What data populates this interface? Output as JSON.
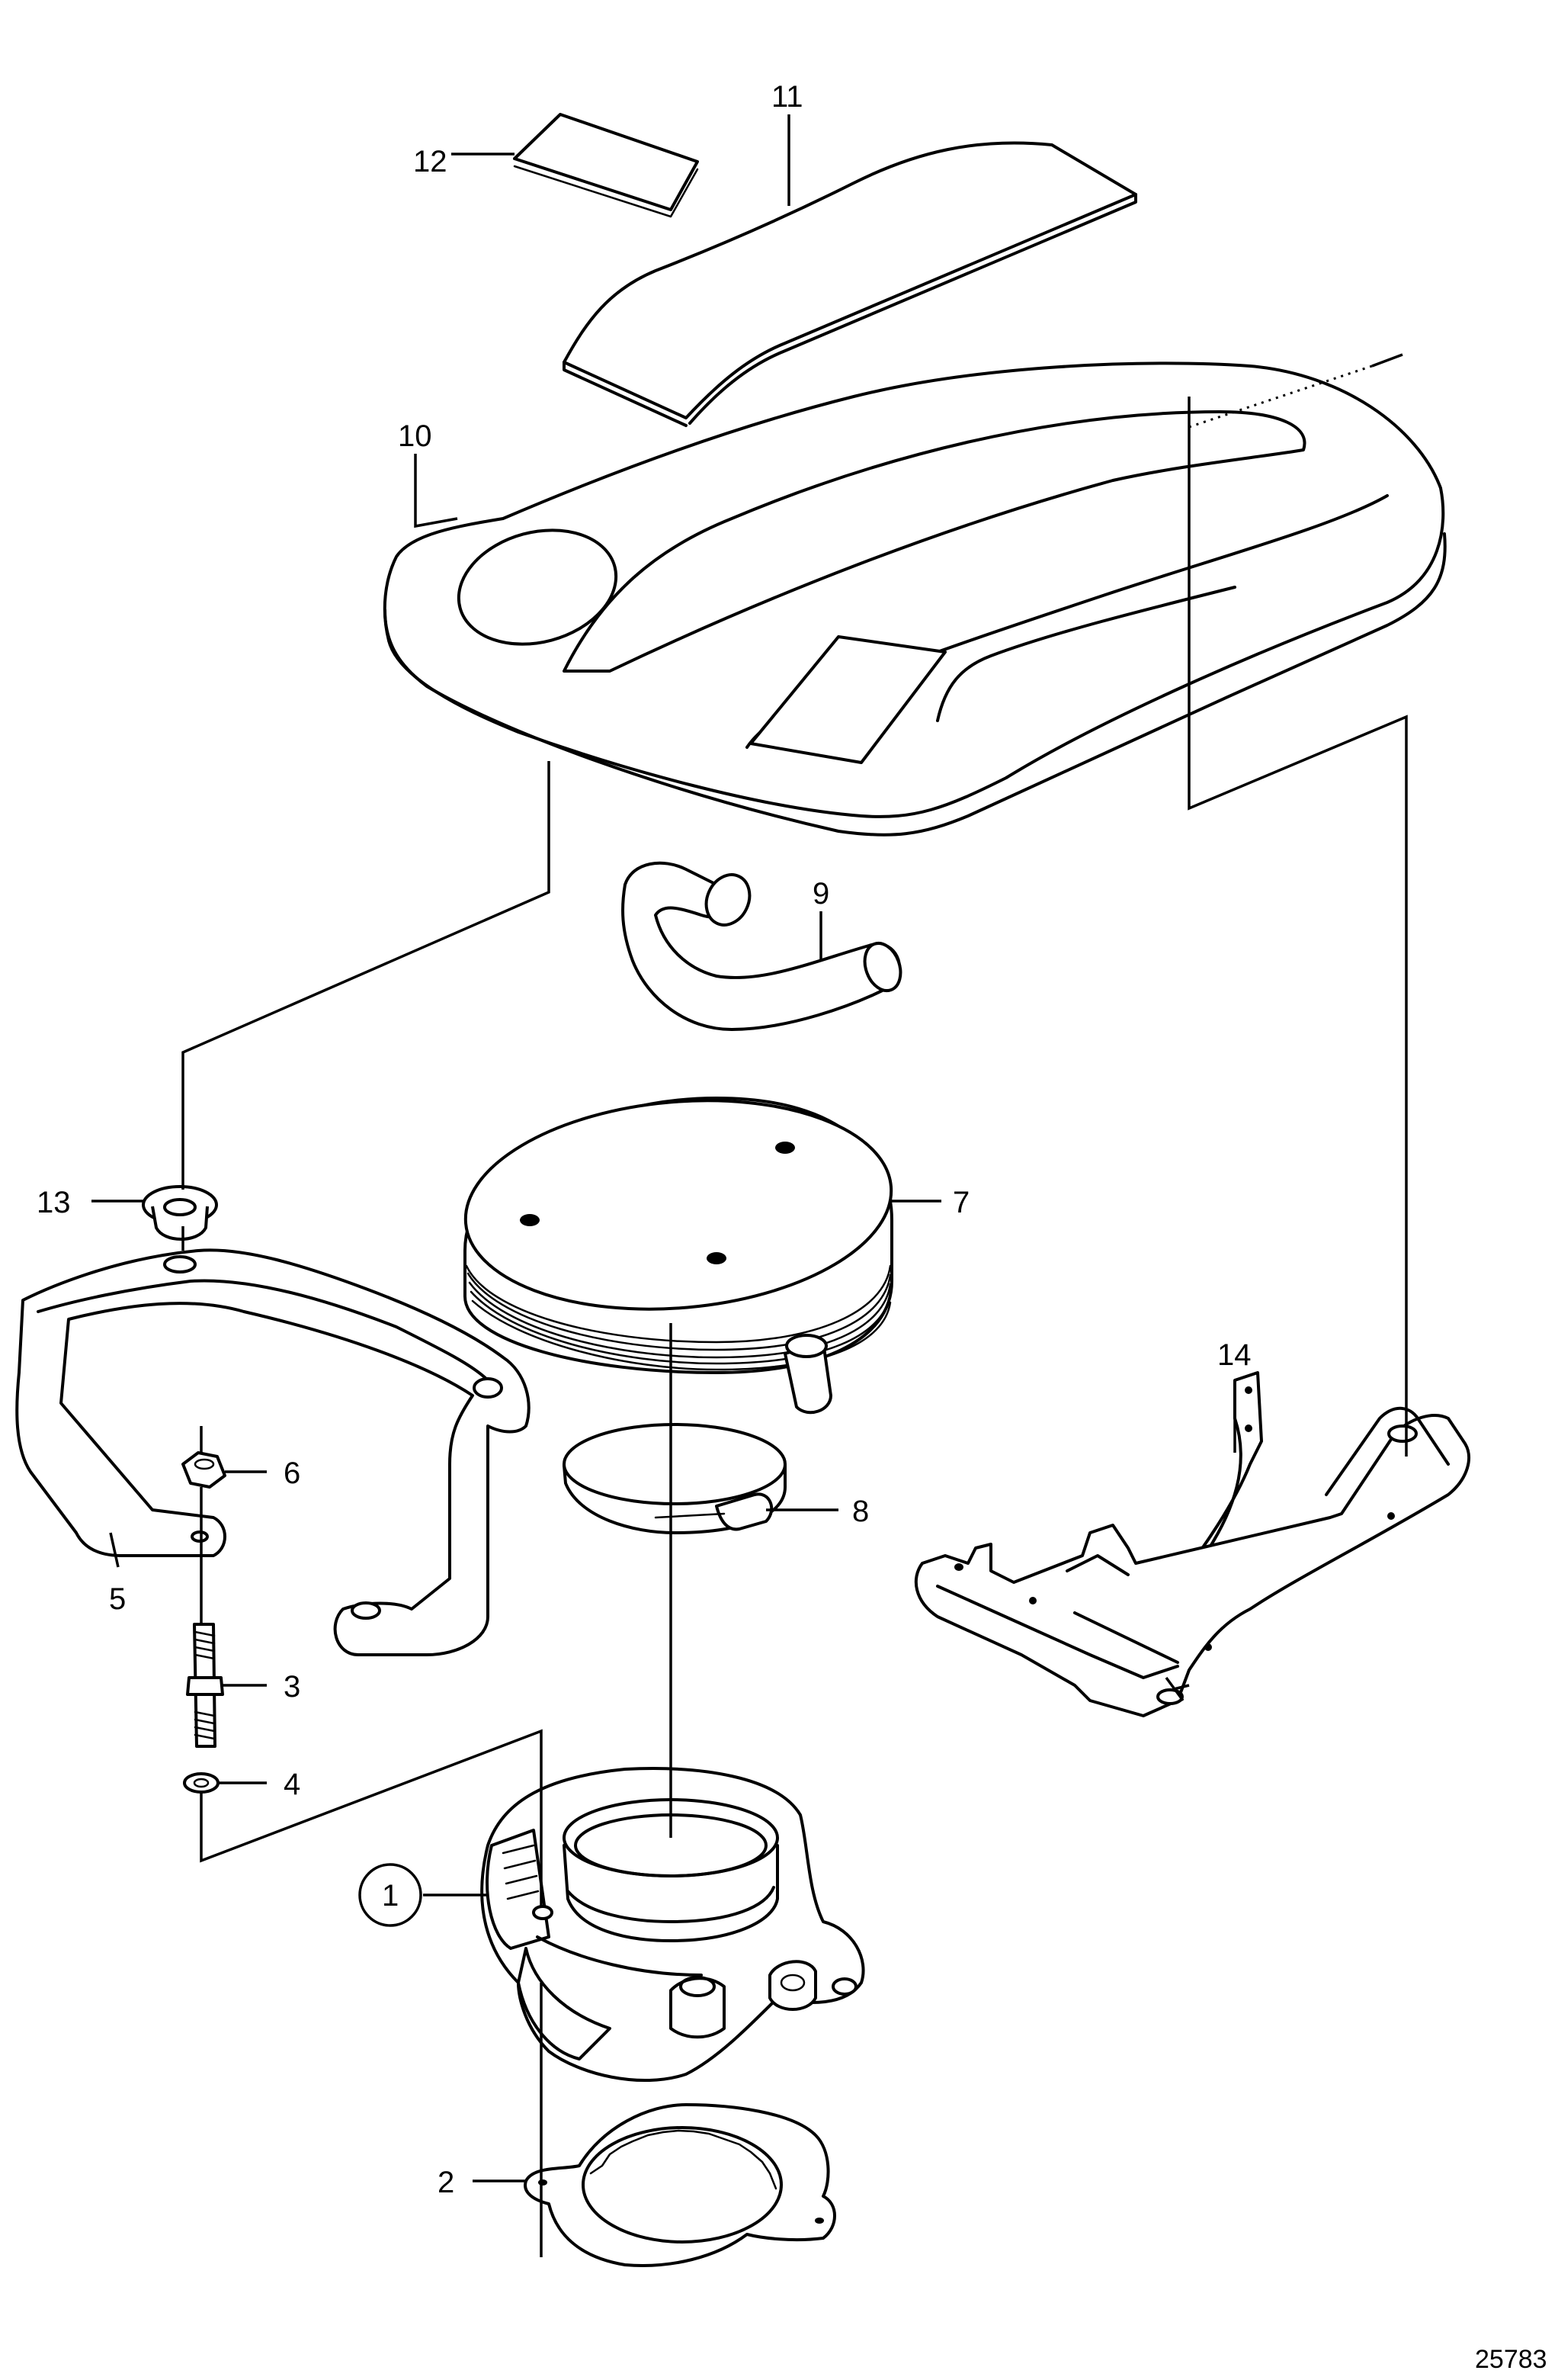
{
  "document_number": "25783",
  "callouts": {
    "p1": "1",
    "p2": "2",
    "p3": "3",
    "p4": "4",
    "p5": "5",
    "p6": "6",
    "p7": "7",
    "p8": "8",
    "p9": "9",
    "p10": "10",
    "p11": "11",
    "p12": "12",
    "p13": "13",
    "p14": "14"
  },
  "circled_callouts": [
    "1"
  ],
  "line_color": "#000000",
  "background": "#ffffff"
}
